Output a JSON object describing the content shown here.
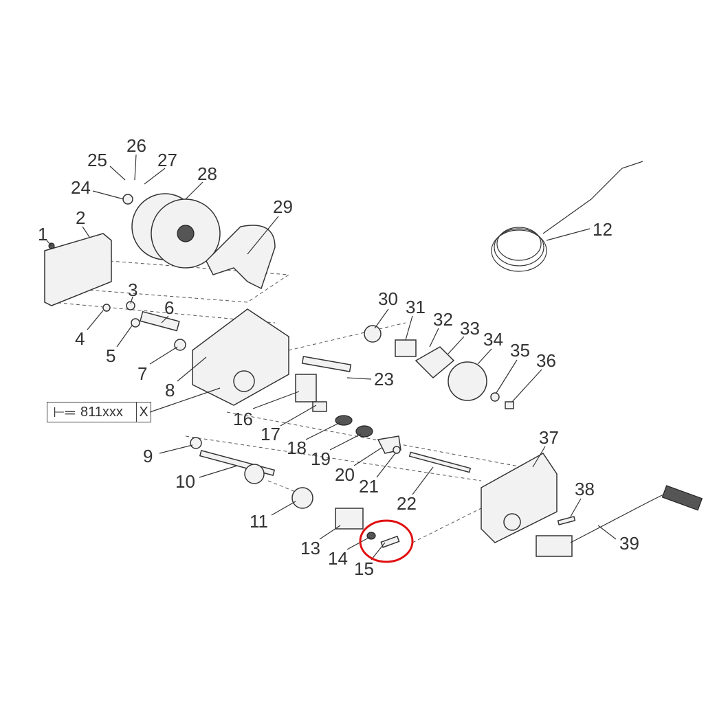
{
  "diagram": {
    "title": "Winch exploded parts diagram",
    "highlight_color": "#e01010",
    "highlighted_part": "15",
    "reference_box": {
      "code": "811xxx",
      "suffix": "X"
    },
    "labels": [
      "1",
      "2",
      "3",
      "4",
      "5",
      "6",
      "7",
      "8",
      "9",
      "10",
      "11",
      "12",
      "13",
      "14",
      "15",
      "16",
      "17",
      "18",
      "19",
      "20",
      "21",
      "22",
      "23",
      "24",
      "25",
      "26",
      "27",
      "28",
      "29",
      "30",
      "31",
      "32",
      "33",
      "34",
      "35",
      "36",
      "37",
      "38",
      "39"
    ]
  }
}
